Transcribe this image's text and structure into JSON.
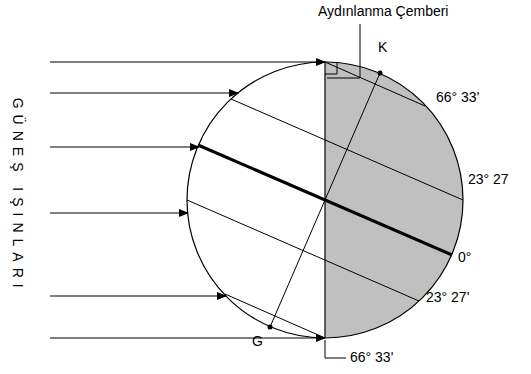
{
  "diagram": {
    "labels": [
      "Aydınlanma Çemberi",
      "K",
      "66° 33'",
      "23° 27",
      "0°",
      "23° 27'",
      "G",
      "66° 33'",
      "GÜNEŞ IŞINLARI"
    ]
  }
}
